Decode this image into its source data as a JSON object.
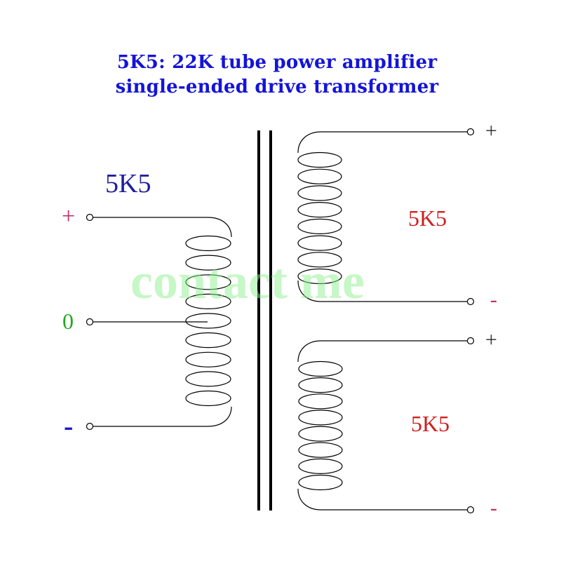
{
  "title": {
    "line1": "5K5: 22K tube power amplifier",
    "line2": "single-ended drive transformer",
    "color": "#1414d8"
  },
  "primary": {
    "impedance_label": "5K5",
    "label_color": "#1f1f9e",
    "terminals": [
      {
        "id": "plus",
        "label": "+",
        "color": "#c0306a"
      },
      {
        "id": "zero",
        "label": "0",
        "color": "#22aa22"
      },
      {
        "id": "minus",
        "label": "-",
        "color": "#1a1acc"
      }
    ]
  },
  "secondaries": [
    {
      "impedance_label": "5K5",
      "label_color": "#d02020",
      "terminals": [
        {
          "id": "plus",
          "label": "+",
          "color": "#333333"
        },
        {
          "id": "minus",
          "label": "-",
          "color": "#c0306a"
        }
      ]
    },
    {
      "impedance_label": "5K5",
      "label_color": "#d02020",
      "terminals": [
        {
          "id": "plus",
          "label": "+",
          "color": "#333333"
        },
        {
          "id": "minus",
          "label": "-",
          "color": "#c0306a"
        }
      ]
    }
  ],
  "watermark": "contact me"
}
